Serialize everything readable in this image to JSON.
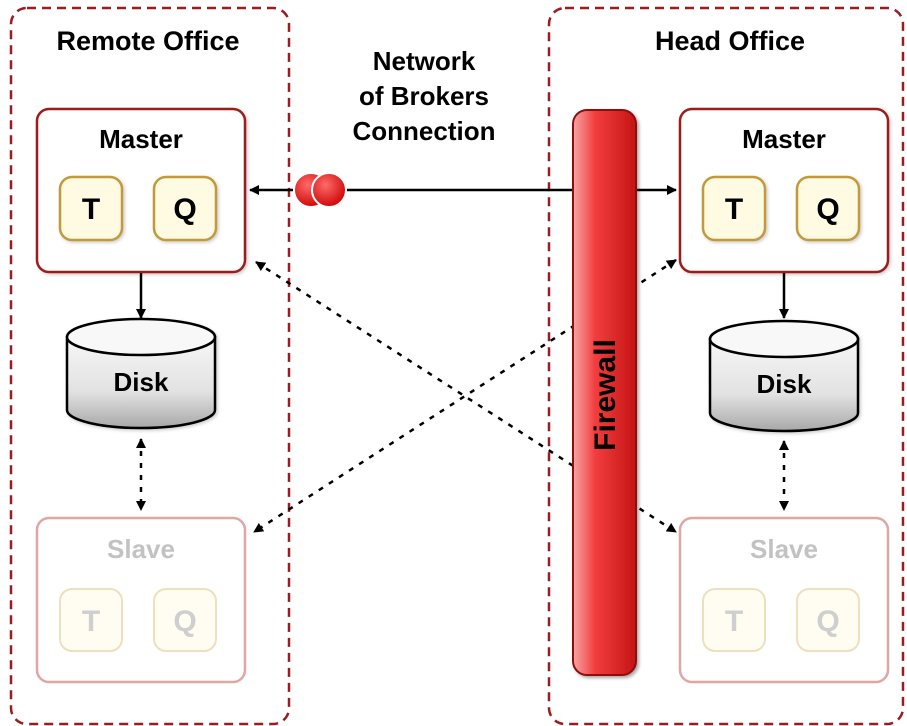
{
  "remote_office": {
    "title": "Remote Office",
    "master": {
      "title": "Master",
      "topic": "T",
      "queue": "Q"
    },
    "disk": "Disk",
    "slave": {
      "title": "Slave",
      "topic": "T",
      "queue": "Q"
    }
  },
  "head_office": {
    "title": "Head Office",
    "master": {
      "title": "Master",
      "topic": "T",
      "queue": "Q"
    },
    "disk": "Disk",
    "slave": {
      "title": "Slave",
      "topic": "T",
      "queue": "Q"
    }
  },
  "network": {
    "label_lines": [
      "Network",
      "of Brokers",
      "Connection"
    ]
  },
  "firewall": {
    "label": "Firewall"
  },
  "colors": {
    "border_red": "#9c1b1e",
    "firewall_red": "#e8262b",
    "token_bg": "#fffbe2",
    "faded_border": "#e0a6a6"
  }
}
